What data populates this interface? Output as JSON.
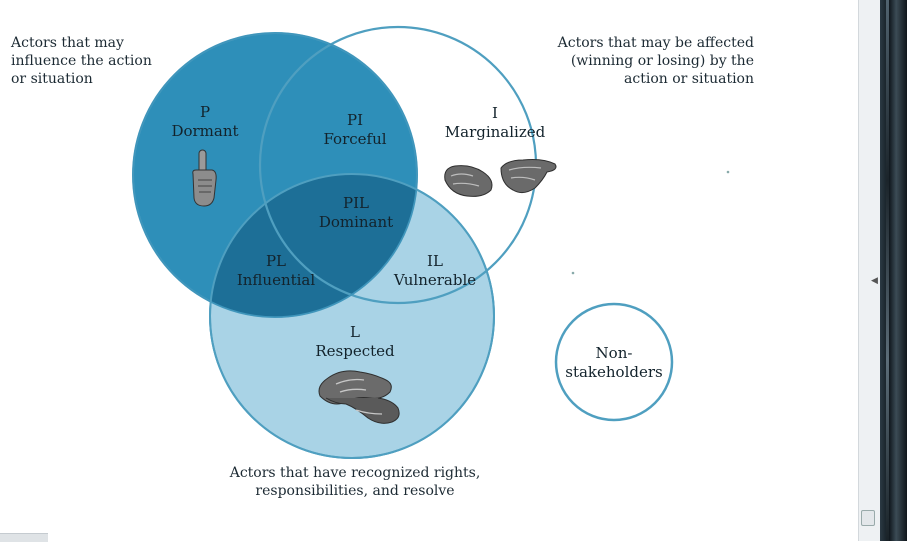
{
  "annotations": {
    "top_left": [
      "Actors that may",
      "influence the action",
      "or situation"
    ],
    "top_right": [
      "Actors that may be affected",
      "(winning or losing) by the",
      "action or situation"
    ],
    "bottom": [
      "Actors that have recognized rights,",
      "responsibilities, and resolve"
    ]
  },
  "regions": {
    "p": {
      "code": "P",
      "name": "Dormant"
    },
    "pi": {
      "code": "PI",
      "name": "Forceful"
    },
    "i": {
      "code": "I",
      "name": "Marginalized"
    },
    "pil": {
      "code": "PIL",
      "name": "Dominant"
    },
    "pl": {
      "code": "PL",
      "name": "Influential"
    },
    "il": {
      "code": "IL",
      "name": "Vulnerable"
    },
    "l": {
      "code": "L",
      "name": "Respected"
    }
  },
  "non_stakeholders": [
    "Non-",
    "stakeholders"
  ],
  "colors": {
    "power_fill": "#2e8fb9",
    "legitimacy_fill": "#a9d3e6",
    "overlap_dark": "#1d6f97",
    "outline": "#4f9fc0",
    "hand_gray": "#5b5b5b"
  },
  "icons": {
    "p": "raised-index-finger-icon",
    "i": "open-palms-icon",
    "l": "handshake-icon"
  }
}
